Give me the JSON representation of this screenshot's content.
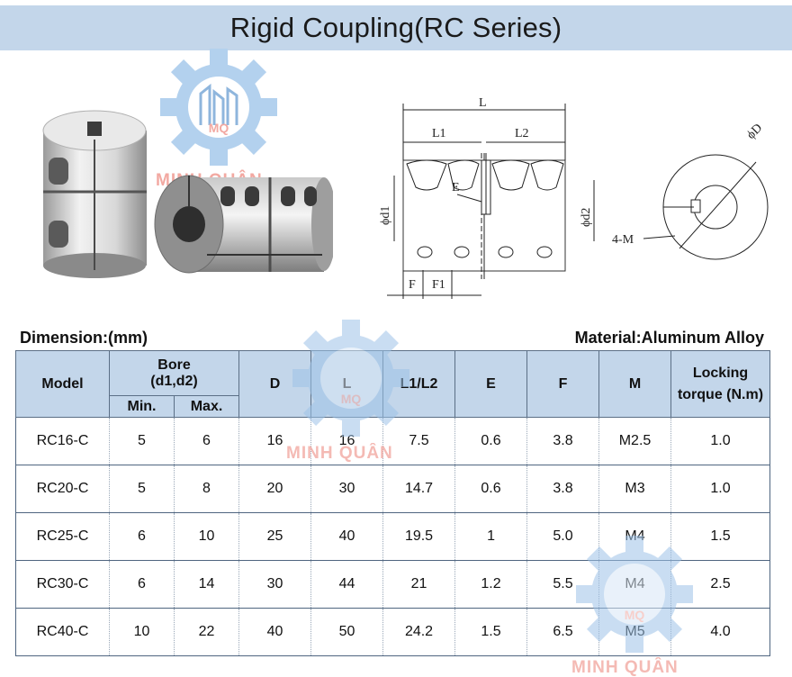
{
  "title": "Rigid Coupling(RC Series)",
  "watermark": {
    "text": "MINH QUÂN",
    "mark": "MQ",
    "gear_color": "#9ec3e8",
    "text_color": "#f2a9a2"
  },
  "drawing_labels": {
    "L": "L",
    "L1": "L1",
    "L2": "L2",
    "E": "E",
    "d1": "ϕd1",
    "d2": "ϕd2",
    "F": "F",
    "F1": "F1",
    "M": "4-M",
    "D": "ϕD"
  },
  "dimension_label": "Dimension:(mm)",
  "material_label": "Material:Aluminum Alloy",
  "table": {
    "headers": {
      "model": "Model",
      "bore": "Bore\n(d1,d2)",
      "bore_min": "Min.",
      "bore_max": "Max.",
      "D": "D",
      "L": "L",
      "L1L2": "L1/L2",
      "E": "E",
      "F": "F",
      "M": "M",
      "torque": "Locking torque (N.m)"
    },
    "rows": [
      [
        "RC16-C",
        "5",
        "6",
        "16",
        "16",
        "7.5",
        "0.6",
        "3.8",
        "M2.5",
        "1.0"
      ],
      [
        "RC20-C",
        "5",
        "8",
        "20",
        "30",
        "14.7",
        "0.6",
        "3.8",
        "M3",
        "1.0"
      ],
      [
        "RC25-C",
        "6",
        "10",
        "25",
        "40",
        "19.5",
        "1",
        "5.0",
        "M4",
        "1.5"
      ],
      [
        "RC30-C",
        "6",
        "14",
        "30",
        "44",
        "21",
        "1.2",
        "5.5",
        "M4",
        "2.5"
      ],
      [
        "RC40-C",
        "10",
        "22",
        "40",
        "50",
        "24.2",
        "1.5",
        "6.5",
        "M5",
        "4.0"
      ]
    ]
  }
}
